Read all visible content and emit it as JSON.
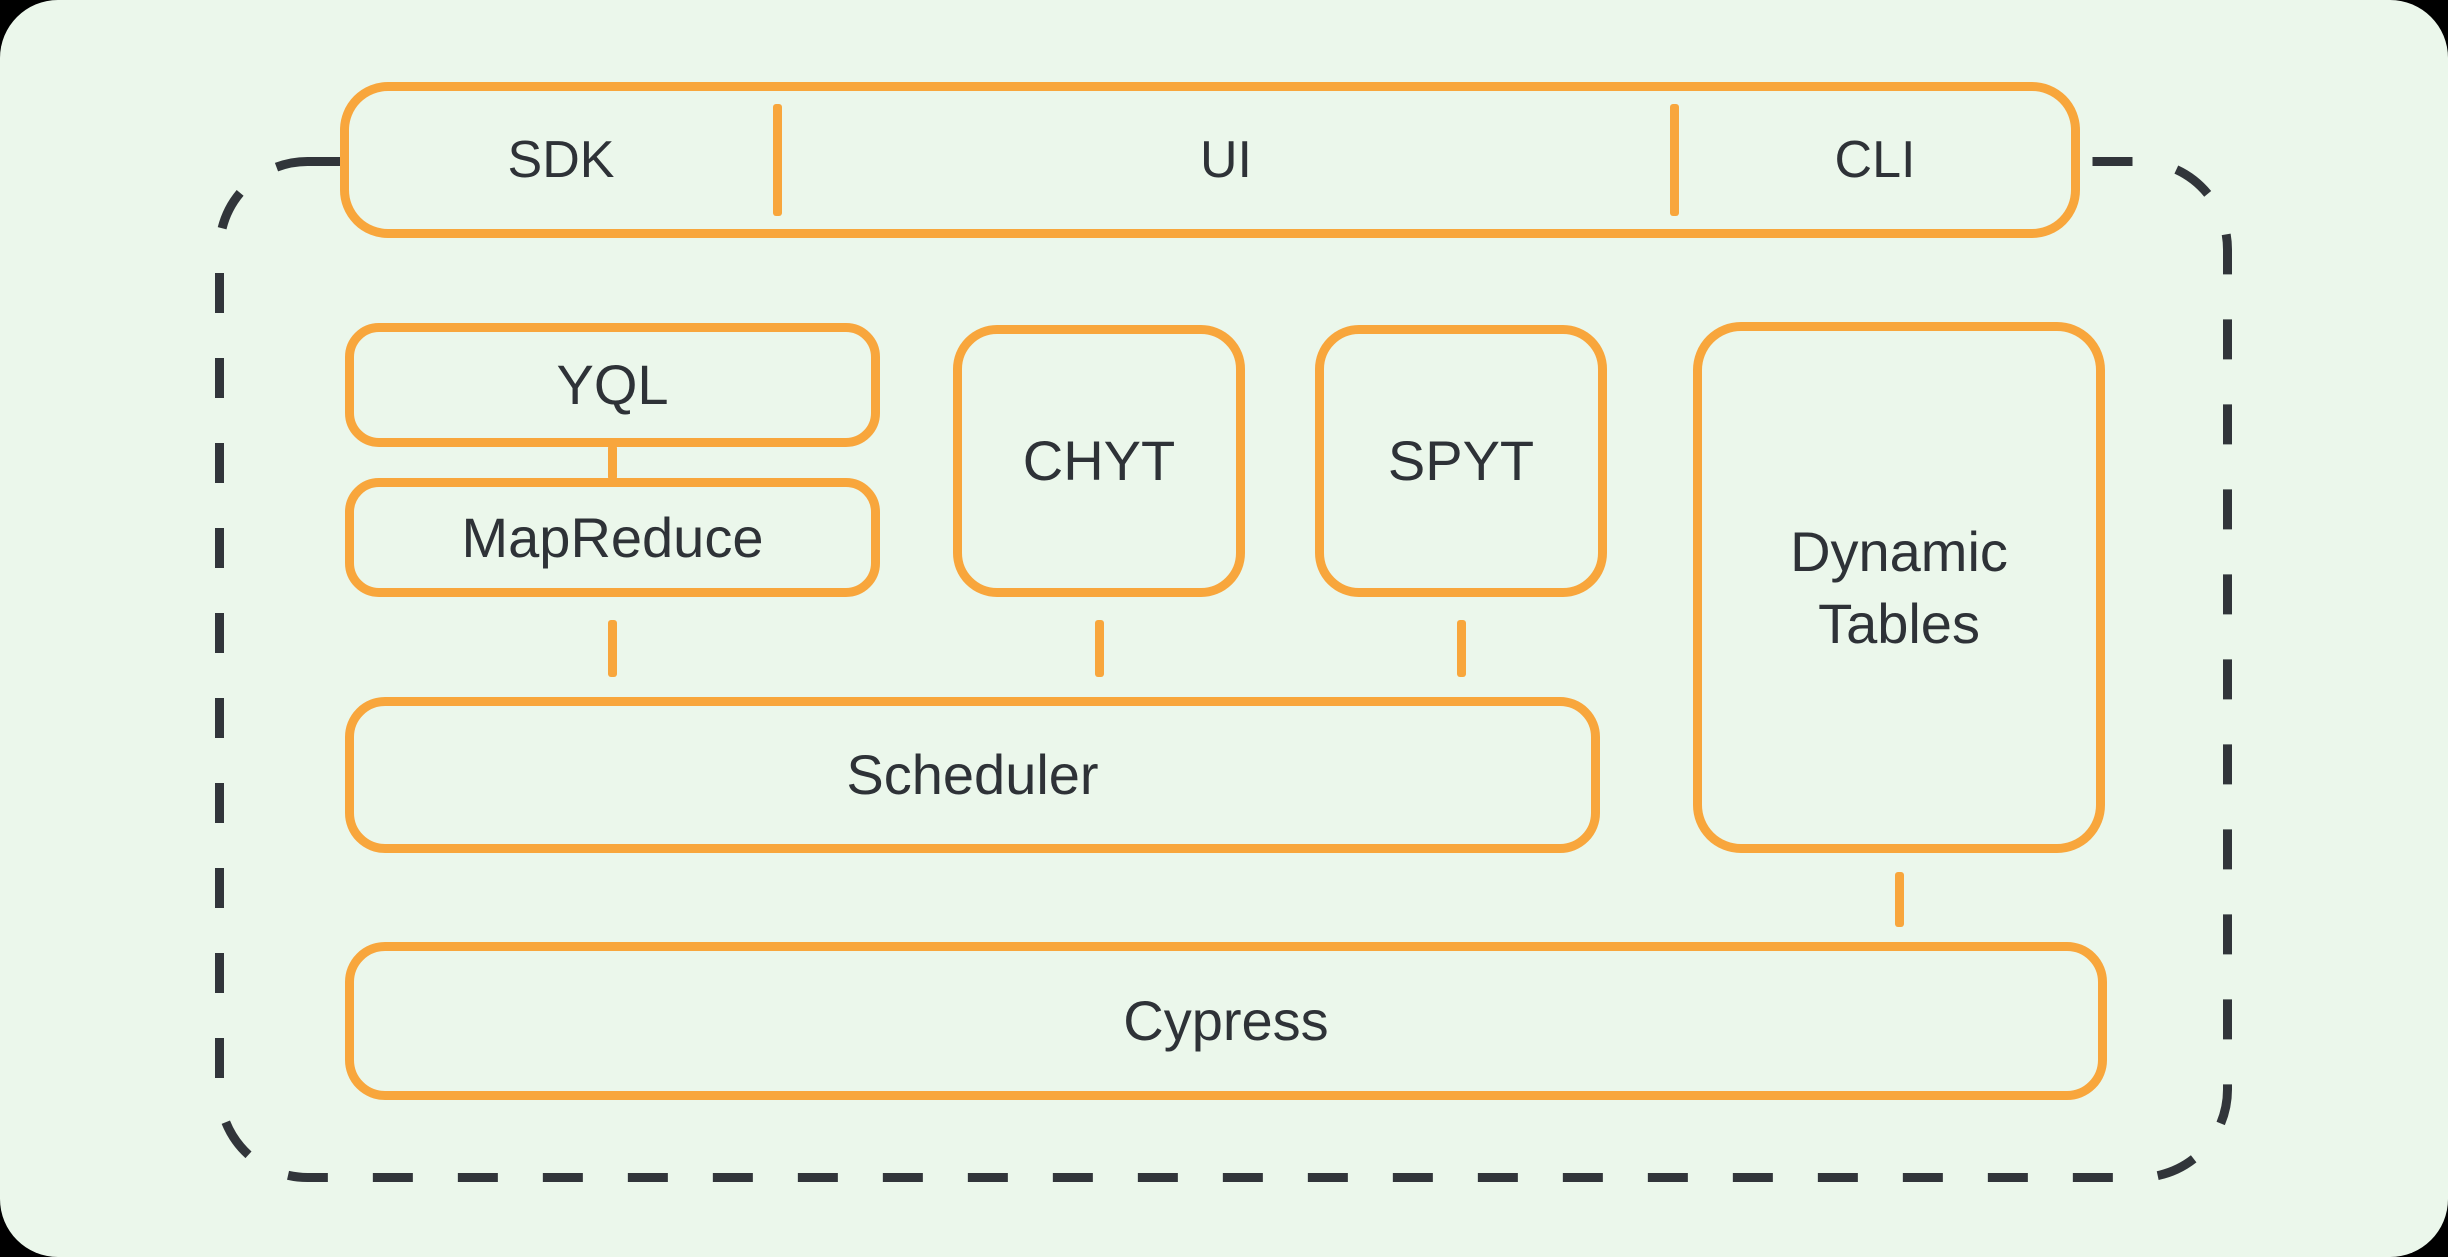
{
  "colors": {
    "page_background": "#000000",
    "surface": "#EBF7EB",
    "accent_orange": "#F8A63C",
    "dashed_border": "#31353A",
    "text": "#2E3237"
  },
  "client_bar": {
    "sections": [
      {
        "id": "sdk",
        "label": "SDK"
      },
      {
        "id": "ui",
        "label": "UI"
      },
      {
        "id": "cli",
        "label": "CLI"
      }
    ]
  },
  "nodes": [
    {
      "id": "yql",
      "label": "YQL"
    },
    {
      "id": "mapreduce",
      "label": "MapReduce"
    },
    {
      "id": "chyt",
      "label": "CHYT"
    },
    {
      "id": "spyt",
      "label": "SPYT"
    },
    {
      "id": "dynamic-tables",
      "label": "Dynamic Tables"
    },
    {
      "id": "scheduler",
      "label": "Scheduler"
    },
    {
      "id": "cypress",
      "label": "Cypress"
    }
  ],
  "edges": [
    {
      "from": "yql",
      "to": "mapreduce"
    },
    {
      "from": "mapreduce",
      "to": "scheduler"
    },
    {
      "from": "chyt",
      "to": "scheduler"
    },
    {
      "from": "spyt",
      "to": "scheduler"
    },
    {
      "from": "dynamic-tables",
      "to": "cypress"
    }
  ]
}
